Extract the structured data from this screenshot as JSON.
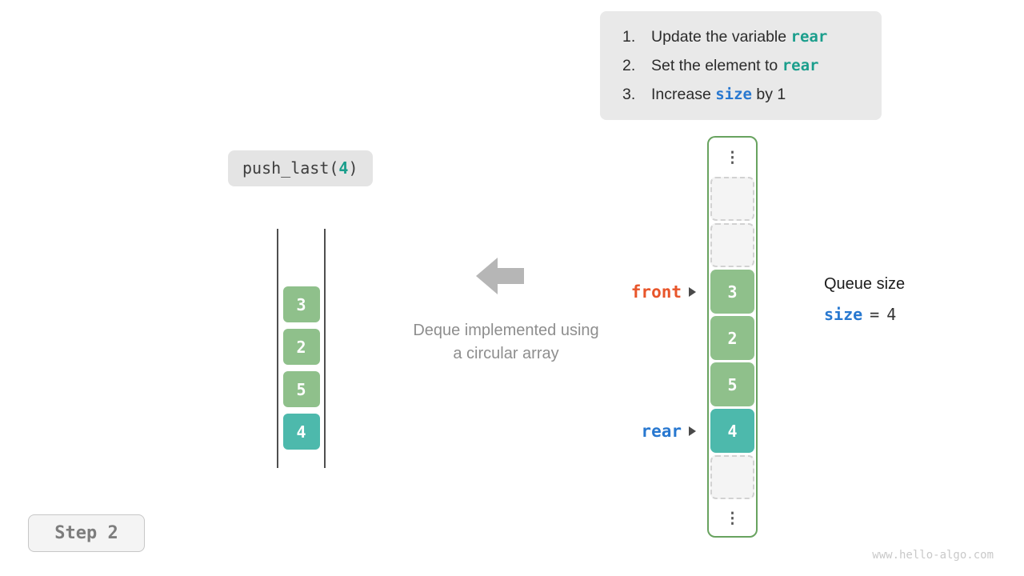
{
  "instructions": {
    "items": [
      {
        "num": "1.",
        "pre": "Update the variable ",
        "code": "rear",
        "post": ""
      },
      {
        "num": "2.",
        "pre": "Set the element to ",
        "code": "rear",
        "post": ""
      },
      {
        "num": "3.",
        "pre": "Increase ",
        "code": "size",
        "post": " by 1"
      }
    ]
  },
  "operation": {
    "pre": "push_last(",
    "arg": "4",
    "post": ")"
  },
  "abstract": {
    "cells": [
      {
        "value": "3",
        "color": "green"
      },
      {
        "value": "2",
        "color": "green"
      },
      {
        "value": "5",
        "color": "green"
      },
      {
        "value": "4",
        "color": "teal"
      }
    ]
  },
  "caption": {
    "line1": "Deque implemented using",
    "line2": "a circular array"
  },
  "array": {
    "ellipsis": "⋮",
    "cells": [
      {
        "kind": "ellipsis"
      },
      {
        "kind": "empty"
      },
      {
        "kind": "empty"
      },
      {
        "kind": "filled",
        "value": "3",
        "color": "green",
        "pointer": "front"
      },
      {
        "kind": "filled",
        "value": "2",
        "color": "green"
      },
      {
        "kind": "filled",
        "value": "5",
        "color": "green"
      },
      {
        "kind": "filled",
        "value": "4",
        "color": "teal",
        "pointer": "rear"
      },
      {
        "kind": "empty"
      },
      {
        "kind": "ellipsis"
      }
    ]
  },
  "pointers": {
    "front": {
      "label": "front"
    },
    "rear": {
      "label": "rear"
    }
  },
  "queue_size": {
    "title": "Queue size",
    "var": "size",
    "eq": "=",
    "value": "4"
  },
  "step": {
    "label": "Step 2"
  },
  "watermark": {
    "text": "www.hello-algo.com"
  },
  "colors": {
    "cell_green": "#8fc08b",
    "cell_teal": "#4db9ac",
    "keyword_teal": "#1a9e8c",
    "keyword_blue": "#2878d0",
    "front_label": "#e8552a",
    "rear_label": "#2878d0",
    "array_border": "#68a35f",
    "arrow_gray": "#b6b6b6",
    "instruction_bg": "#e9e9e9"
  }
}
